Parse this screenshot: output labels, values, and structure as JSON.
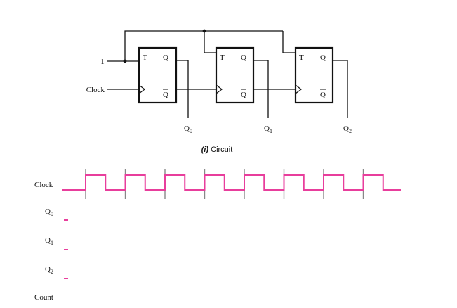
{
  "circuit": {
    "input_one_label": "1",
    "clock_label": "Clock",
    "flipflops": [
      {
        "t": "T",
        "q": "Q",
        "qbar": "Q"
      },
      {
        "t": "T",
        "q": "Q",
        "qbar": "Q"
      },
      {
        "t": "T",
        "q": "Q",
        "qbar": "Q"
      }
    ],
    "outputs": [
      {
        "base": "Q",
        "sub": "0"
      },
      {
        "base": "Q",
        "sub": "1"
      },
      {
        "base": "Q",
        "sub": "2"
      }
    ],
    "caption_prefix": "(i)",
    "caption_text": " Circuit"
  },
  "timing": {
    "clock_cycles": 8,
    "rows": [
      {
        "base": "Clock",
        "sub": ""
      },
      {
        "base": "Q",
        "sub": "0"
      },
      {
        "base": "Q",
        "sub": "1"
      },
      {
        "base": "Q",
        "sub": "2"
      },
      {
        "base": "Count",
        "sub": ""
      }
    ]
  },
  "colors": {
    "waveform": "#e83e9c",
    "wire": "#111111",
    "tick": "#888888"
  }
}
